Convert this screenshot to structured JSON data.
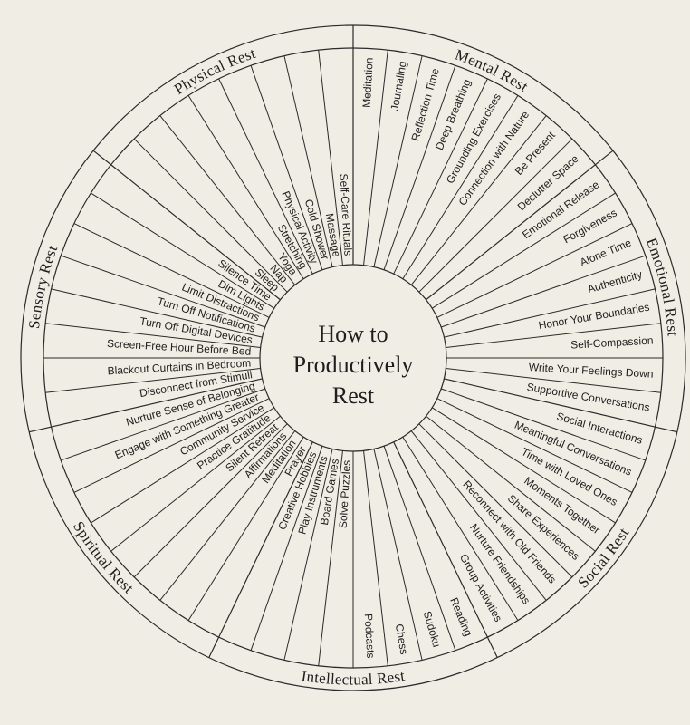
{
  "title": {
    "lines": [
      "How to",
      "Productively",
      "Rest"
    ]
  },
  "colors": {
    "background": "#efede4",
    "ink": "#1e1e1e"
  },
  "categories": [
    {
      "name": "Mental Rest",
      "items": [
        "Meditation",
        "Journaling",
        "Reflection Time",
        "Deep Breathing",
        "Grounding Exercises",
        "Connection with Nature",
        "Be Present",
        "Declutter Space"
      ]
    },
    {
      "name": "Emotional Rest",
      "items": [
        "Emotional Release",
        "Forgiveness",
        "Alone Time",
        "Authenticity",
        "Honor Your Boundaries",
        "Self-Compassion",
        "Write Your Feelings Down",
        "Supportive Conversations"
      ]
    },
    {
      "name": "Social Rest",
      "items": [
        "Social Interactions",
        "Meaningful Conversations",
        "Time with Loved Ones",
        "Moments Together",
        "Share Experiences",
        "Reconnect with Old Friends",
        "Nurture Friendships",
        "Group Activities"
      ]
    },
    {
      "name": "Intellectual Rest",
      "items": [
        "Reading",
        "Sudoku",
        "Chess",
        "Podcasts",
        "Solve Puzzles",
        "Board Games",
        "Play Instruments",
        "Creative Hobbies"
      ]
    },
    {
      "name": "Spiritual Rest",
      "items": [
        "Prayer",
        "Meditation",
        "Affirmations",
        "Silent Retreat",
        "Practice Gratitude",
        "Community Service",
        "Engage with Something Greater",
        "Nurture Sense of Belonging"
      ]
    },
    {
      "name": "Sensory Rest",
      "items": [
        "Disconnect from Stimuli",
        "Blackout Curtains in Bedroom",
        "Screen-Free Hour Before Bed",
        "Turn Off Digital Devices",
        "Turn Off Notifications",
        "Limit Distractions",
        "Dim Lights",
        "Silence Time"
      ]
    },
    {
      "name": "Physical Rest",
      "items": [
        "Sleep",
        "Nap",
        "Yoga",
        "Stretching",
        "Physical Activity",
        "Cold Shower",
        "Massage",
        "Self-Care Rituals"
      ]
    }
  ]
}
